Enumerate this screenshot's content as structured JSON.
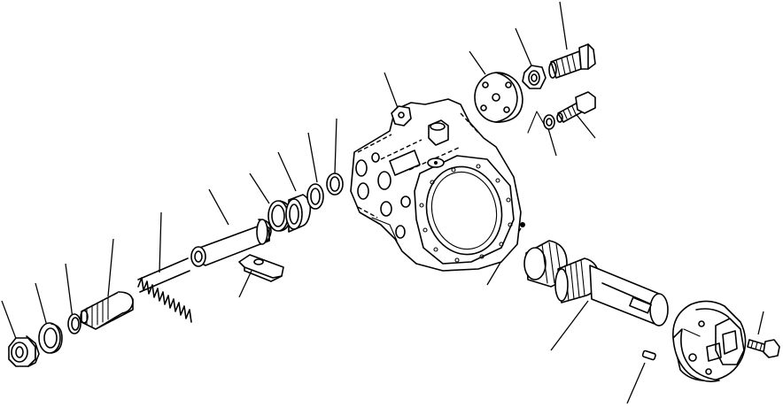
{
  "diagram": {
    "kind": "exploded-parts-view",
    "parts": [
      {
        "id": "nut-left"
      },
      {
        "id": "washer-large"
      },
      {
        "id": "o-ring-small"
      },
      {
        "id": "piston-plug"
      },
      {
        "id": "spring"
      },
      {
        "id": "piston"
      },
      {
        "id": "bracket"
      },
      {
        "id": "ring-1"
      },
      {
        "id": "ring-2"
      },
      {
        "id": "ring-3"
      },
      {
        "id": "ring-4"
      },
      {
        "id": "pump-case"
      },
      {
        "id": "cover-plate"
      },
      {
        "id": "hex-nut"
      },
      {
        "id": "hex-bolt"
      },
      {
        "id": "spring-washer"
      },
      {
        "id": "stud-bolt"
      },
      {
        "id": "pin"
      },
      {
        "id": "bearing"
      },
      {
        "id": "shaft"
      },
      {
        "id": "end-cover"
      },
      {
        "id": "cover-bolt"
      },
      {
        "id": "dowel-pin"
      }
    ]
  }
}
